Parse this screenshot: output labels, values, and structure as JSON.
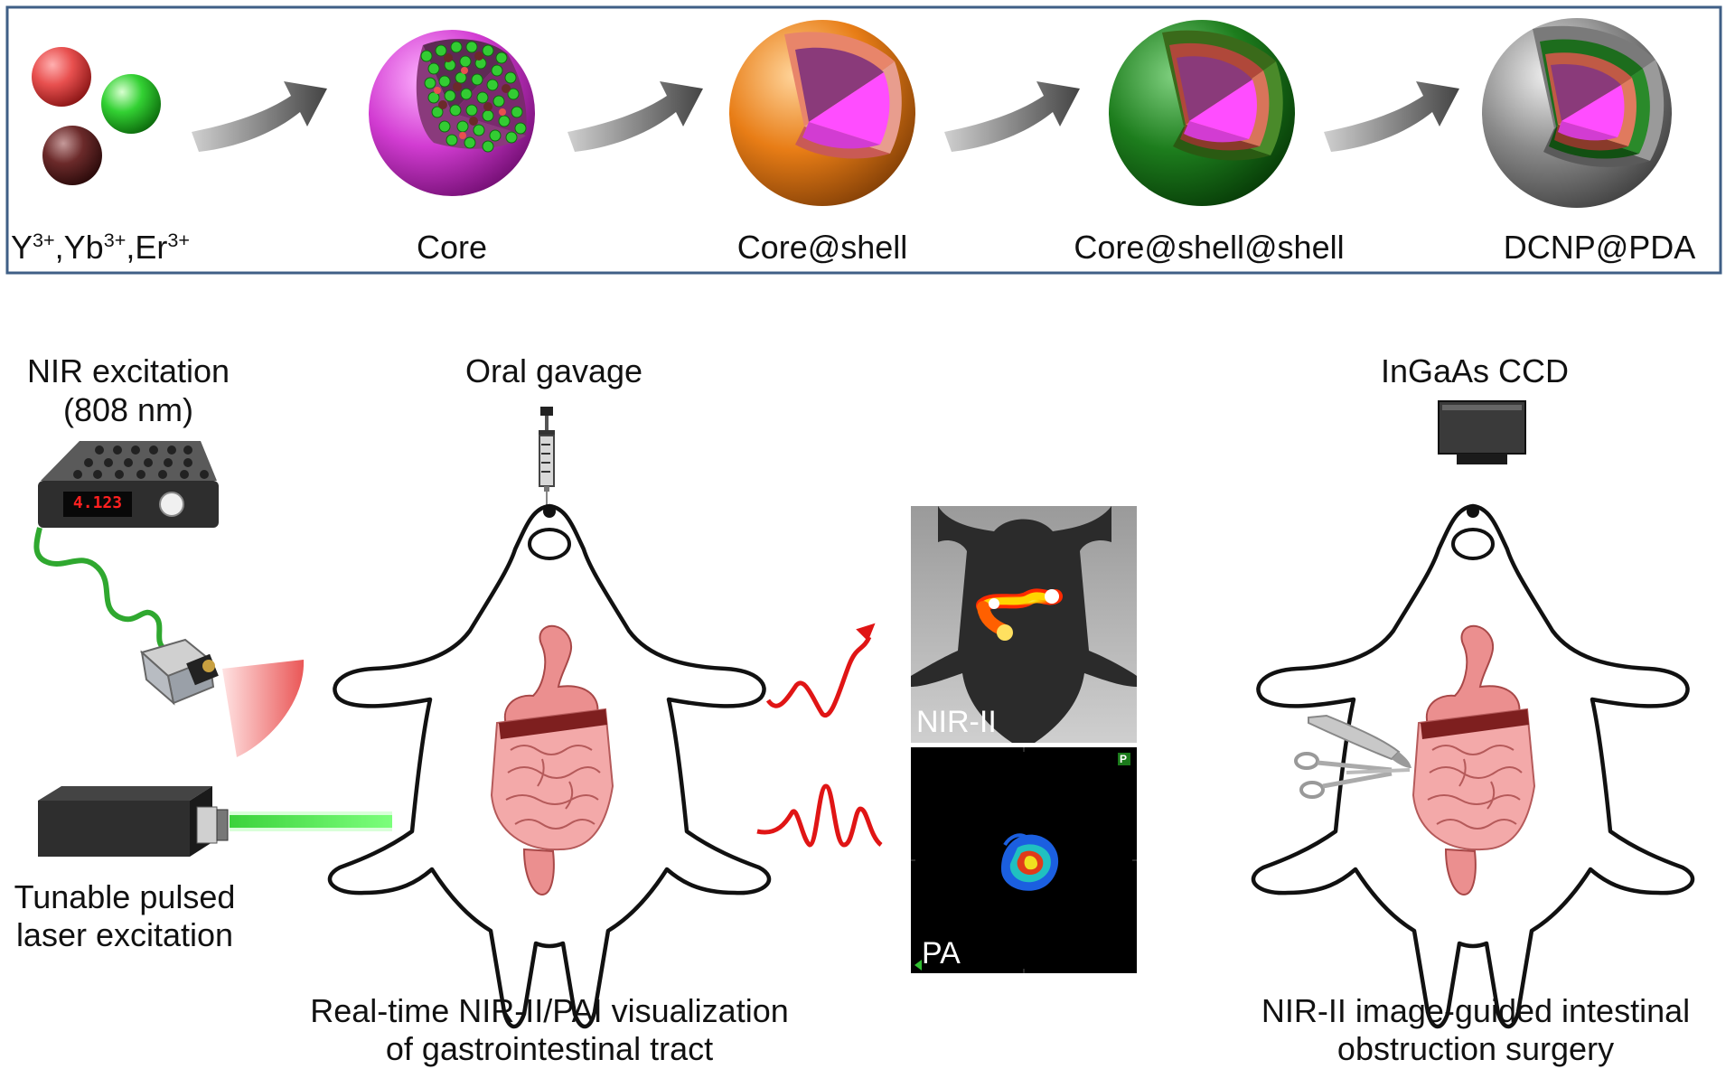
{
  "synthesis": {
    "ions_label": {
      "y": "Y",
      "y_sup": "3+",
      "sep1": ",",
      "yb": "Yb",
      "yb_sup": "3+",
      "sep2": ",",
      "er": "Er",
      "er_sup": "3+"
    },
    "stages": [
      "Core",
      "Core@shell",
      "Core@shell@shell",
      "DCNP@PDA"
    ],
    "border_color": "#3f5f86",
    "ion_colors": {
      "y": "#e8504f",
      "yb": "#6b2a2a",
      "er": "#33cc33"
    },
    "shell_colors": {
      "core": "#d23cd2",
      "shell1": "#e87d16",
      "shell2": "#1d7d1d",
      "pda": "#8a8a8a"
    }
  },
  "setup": {
    "nir_excitation": [
      "NIR excitation",
      "(808 nm)"
    ],
    "laser_display_value": "4.123",
    "pulsed_laser": [
      "Tunable pulsed",
      "laser excitation"
    ],
    "oral_gavage": "Oral gavage",
    "ccd": "InGaAs CCD",
    "nir_panel_label": "NIR-II",
    "pa_panel_label": "PA",
    "pa_badge": "P",
    "caption_left": [
      "Real-time NIR-II/PAI visualization",
      "of gastrointestinal tract"
    ],
    "caption_right": [
      "NIR-II image-guided intestinal",
      "obstruction surgery"
    ],
    "laser_beam_color": "#4ee04e",
    "signal_color": "#e01515"
  },
  "icons": [
    "arrow-icon",
    "syringe-icon",
    "laser-device-icon",
    "camera-icon",
    "pulsed-laser-icon",
    "ccd-camera-icon",
    "scalpel-icon",
    "scissors-icon",
    "mouse-outline-icon",
    "intestine-icon"
  ]
}
